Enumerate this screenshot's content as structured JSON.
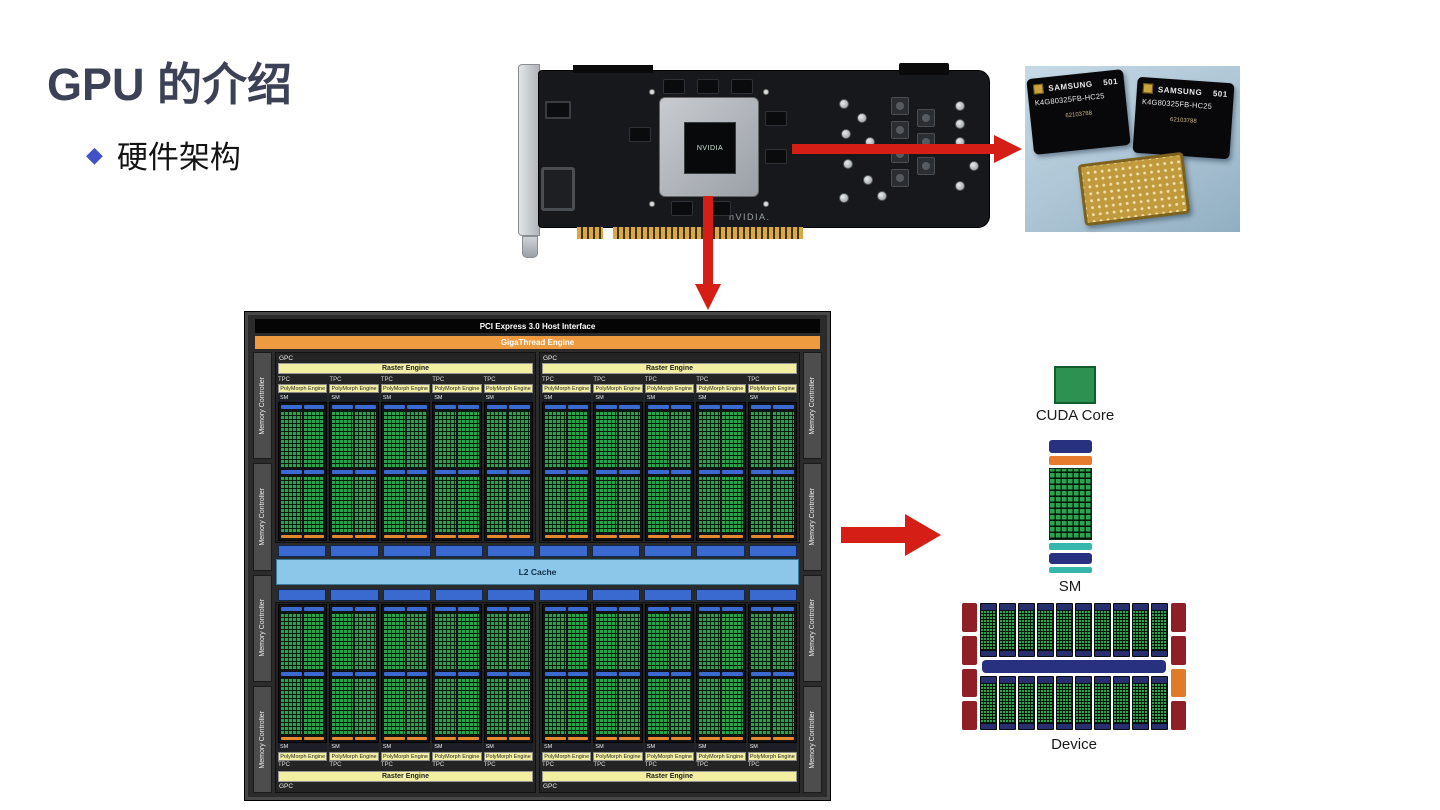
{
  "slide": {
    "title": "GPU 的介绍",
    "bullet": "硬件架构"
  },
  "gpu_card": {
    "chip_text": "NVIDIA",
    "brand_text": "nVIDIA."
  },
  "memory_photo": {
    "chips": [
      {
        "brand": "SAMSUNG",
        "code": "501",
        "part": "K4G80325FB-HC25",
        "serial": "62103788"
      },
      {
        "brand": "SAMSUNG",
        "code": "501",
        "part": "K4G80325FB-HC25",
        "serial": "62103788"
      }
    ]
  },
  "die": {
    "host_interface": "PCI Express 3.0 Host Interface",
    "gigathread": "GigaThread Engine",
    "gpc": "GPC",
    "raster": "Raster Engine",
    "tpc": "TPC",
    "polymorph": "PolyMorph Engine",
    "sm": "SM",
    "l2": "L2 Cache",
    "memory_controller": "Memory Controller",
    "layout": {
      "gpc_per_row": 2,
      "tpc_per_gpc": 5,
      "mem_sections_per_side": 4,
      "seg_count": 10,
      "device_sm_per_row": 10
    }
  },
  "legend": {
    "cuda_core": "CUDA Core",
    "sm": "SM",
    "device": "Device"
  },
  "colors": {
    "arrow_red": "#d51f16",
    "title": "#3d4156",
    "diamond": "#4152c8",
    "raster_yellow": "#f2efa2",
    "gigathread_orange": "#ee9b40",
    "l2_blue": "#8cc7e9",
    "core_green": "#28a24c",
    "memctrl_red": "#8e1f26",
    "navy": "#273180",
    "orange": "#e07b2a",
    "teal": "#35b7ae"
  }
}
